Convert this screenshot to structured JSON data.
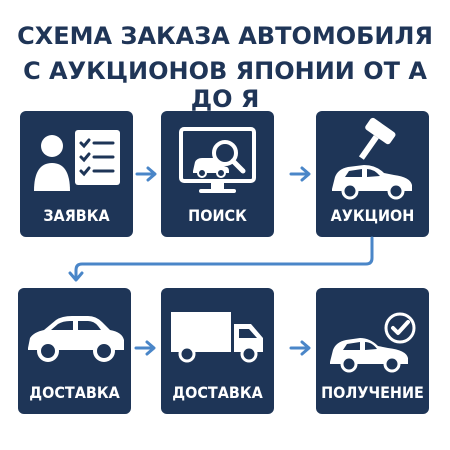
{
  "title": {
    "line1": "СХЕМА ЗАКАЗА АВТОМОБИЛЯ",
    "line2": "С АУКЦИОНОВ ЯПОНИИ ОТ А ДО Я"
  },
  "colors": {
    "primary": "#1e3557",
    "accent": "#4a86c8",
    "icon": "#ffffff"
  },
  "steps": [
    {
      "label": "ЗАЯВКА",
      "icon": "person-checklist-icon"
    },
    {
      "label": "ПОИСК",
      "icon": "monitor-search-car-icon"
    },
    {
      "label": "АУКЦИОН",
      "icon": "gavel-car-icon"
    },
    {
      "label": "ДОСТАВКА",
      "icon": "car-icon"
    },
    {
      "label": "ДОСТАВКА",
      "icon": "truck-icon"
    },
    {
      "label": "ПОЛУЧЕНИЕ",
      "icon": "car-check-icon"
    }
  ]
}
